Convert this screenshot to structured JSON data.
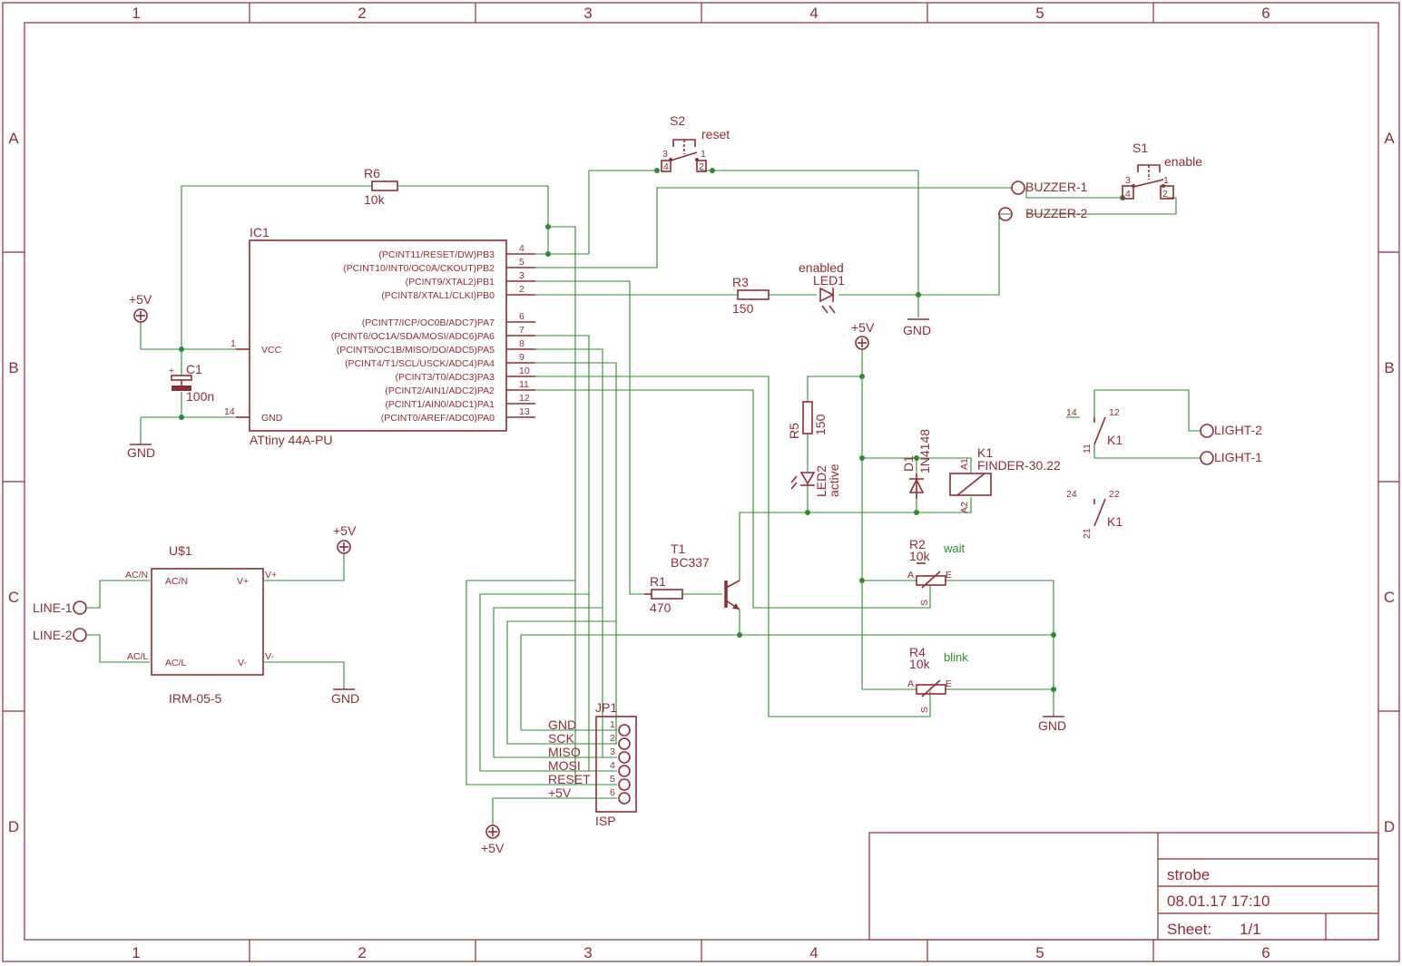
{
  "frame": {
    "columns": [
      "1",
      "2",
      "3",
      "4",
      "5",
      "6"
    ],
    "rows": [
      "A",
      "B",
      "C",
      "D"
    ]
  },
  "title_block": {
    "name": "strobe",
    "date": "08.01.17 17:10",
    "sheet_label": "Sheet:",
    "sheet_value": "1/1"
  },
  "ic1": {
    "ref": "IC1",
    "value": "ATtiny 44A-PU",
    "left_pins": [
      {
        "num": "1",
        "name": "VCC"
      },
      {
        "num": "14",
        "name": "GND"
      }
    ],
    "right_pins": [
      {
        "num": "4",
        "name": "(PCINT11/RESET/DW)PB3"
      },
      {
        "num": "5",
        "name": "(PCINT10/INT0/OC0A/CKOUT)PB2"
      },
      {
        "num": "3",
        "name": "(PCINT9/XTAL2)PB1"
      },
      {
        "num": "2",
        "name": "(PCINT8/XTAL1/CLKI)PB0"
      },
      {
        "num": "6",
        "name": "(PCINT7/ICP/OC0B/ADC7)PA7"
      },
      {
        "num": "7",
        "name": "(PCINT6/OC1A/SDA/MOSI/ADC6)PA6"
      },
      {
        "num": "8",
        "name": "(PCINT5/OC1B/MISO/DO/ADC5)PA5"
      },
      {
        "num": "9",
        "name": "(PCINT4/T1/SCL/USCK/ADC4)PA4"
      },
      {
        "num": "10",
        "name": "(PCINT3/T0/ADC3)PA3"
      },
      {
        "num": "11",
        "name": "(PCINT2/AIN1/ADC2)PA2"
      },
      {
        "num": "12",
        "name": "(PCINT1/AIN0/ADC1)PA1"
      },
      {
        "num": "13",
        "name": "(PCINT0/AREF/ADC0)PA0"
      }
    ]
  },
  "parts": {
    "r6": {
      "ref": "R6",
      "value": "10k"
    },
    "r3": {
      "ref": "R3",
      "value": "150"
    },
    "r1": {
      "ref": "R1",
      "value": "470"
    },
    "r5": {
      "ref": "R5",
      "value": "150"
    },
    "r2": {
      "ref": "R2",
      "value": "10k",
      "note": "wait",
      "pin_a": "A",
      "pin_e": "E",
      "pin_s": "S"
    },
    "r4": {
      "ref": "R4",
      "value": "10k",
      "note": "blink",
      "pin_a": "A",
      "pin_e": "E",
      "pin_s": "S"
    },
    "c1": {
      "ref": "C1",
      "value": "100n",
      "plus": "+"
    },
    "s2": {
      "ref": "S2",
      "value": "reset",
      "p1": "1",
      "p2": "2",
      "p3": "3",
      "p4": "4"
    },
    "s1": {
      "ref": "S1",
      "value": "enable",
      "p1": "1",
      "p2": "2",
      "p3": "3",
      "p4": "4"
    },
    "led1": {
      "ref": "LED1",
      "value": "enabled"
    },
    "led2": {
      "ref": "LED2",
      "value": "active"
    },
    "d1": {
      "ref": "D1",
      "value": "1N4148"
    },
    "t1": {
      "ref": "T1",
      "value": "BC337"
    },
    "k1": {
      "ref": "K1",
      "value": "FINDER-30.22",
      "a1": "A1",
      "a2": "A2",
      "contact1": {
        "ref": "K1",
        "p14": "14",
        "p12": "12",
        "p11": "11"
      },
      "contact2": {
        "ref": "K1",
        "p24": "24",
        "p22": "22",
        "p21": "21"
      }
    },
    "u1": {
      "ref": "U$1",
      "value": "IRM-05-5",
      "acn": "AC/N",
      "acl": "AC/L",
      "vp": "V+",
      "vm": "V-"
    },
    "jp1": {
      "ref": "JP1",
      "value": "ISP",
      "pins": [
        "1",
        "2",
        "3",
        "4",
        "5",
        "6"
      ],
      "signals": [
        "GND",
        "SCK",
        "MISO",
        "MOSI",
        "RESET",
        "+5V"
      ]
    }
  },
  "supplies": {
    "vcc": "+5V",
    "gnd": "GND"
  },
  "connectors": {
    "buzzer1": "BUZZER-1",
    "buzzer2": "BUZZER-2",
    "light1": "LIGHT-1",
    "light2": "LIGHT-2",
    "line1": "LINE-1",
    "line2": "LINE-2"
  }
}
